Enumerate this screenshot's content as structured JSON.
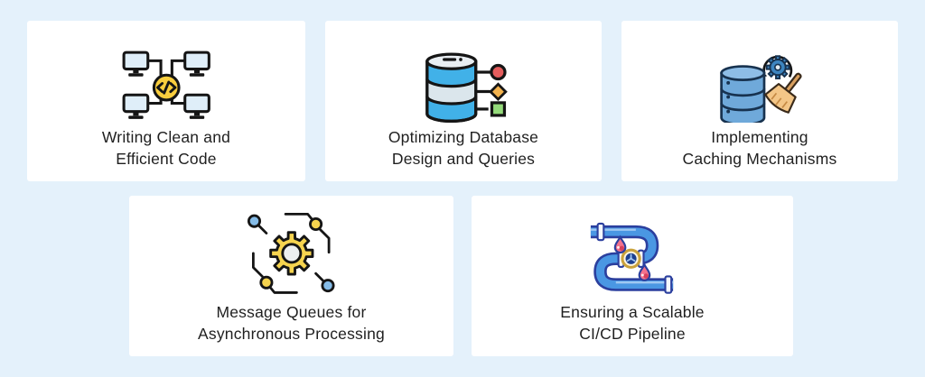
{
  "page": {
    "background_color": "#e4f1fb",
    "card_color": "#ffffff",
    "title_text_color": "#1f1f1f"
  },
  "cards": [
    {
      "line1": "Writing Clean and",
      "line2": "Efficient Code",
      "icon": "network-code-icon"
    },
    {
      "line1": "Optimizing Database",
      "line2": "Design and Queries",
      "icon": "database-query-icon"
    },
    {
      "line1": "Implementing",
      "line2": "Caching Mechanisms",
      "icon": "database-caching-icon"
    },
    {
      "line1": "Message Queues for",
      "line2": "Asynchronous Processing",
      "icon": "message-queue-gear-icon"
    },
    {
      "line1": "Ensuring a Scalable",
      "line2": "CI/CD Pipeline",
      "icon": "pipeline-valve-icon"
    }
  ],
  "colors": {
    "outline": "#151515",
    "monitor_screen": "#dfeef9",
    "code_circle_yellow": "#f9ce3e",
    "db_blue": "#41b1e8",
    "db_light_band": "#dbe6ec",
    "red_node": "#e45d5d",
    "orange_node": "#f2b24e",
    "green_node": "#94da7a",
    "cache_db_blue": "#6fa9da",
    "cache_gear_blue": "#3d85c0",
    "broom_tan": "#f3c687",
    "gear_yellow": "#f6d44f",
    "node_blue": "#85bce8",
    "pipe_blue": "#4a97e3",
    "pipe_outline": "#2b3f9e",
    "droplet_pink": "#f2718c",
    "valve_gold": "#d8b84a"
  }
}
